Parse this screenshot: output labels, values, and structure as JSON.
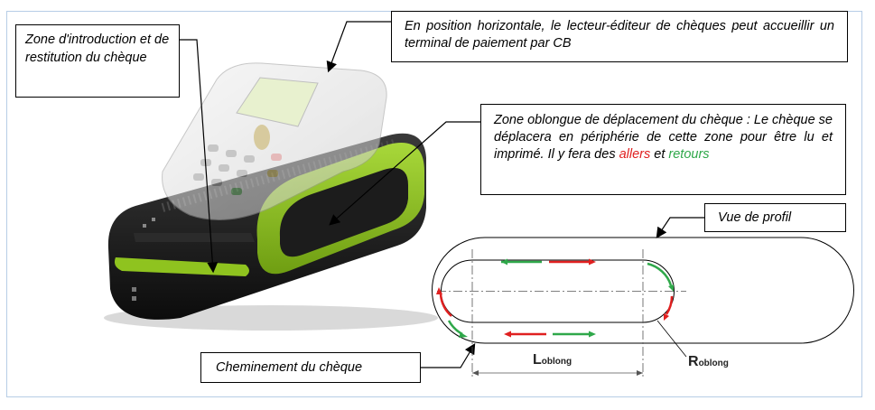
{
  "callouts": {
    "intro": "Zone d'introduction et de restitution du chèque",
    "horizontal": "En position horizontale, le lecteur-éditeur de chèques peut accueillir un terminal de paiement par CB",
    "oblong_prefix": "Zone oblongue de déplacement du chèque : Le chèque se déplacera en périphérie de cette zone pour être lu et imprimé. Il y fera des ",
    "allers": "allers",
    "et": " et ",
    "retours": "retours",
    "profil": "Vue de profil",
    "cheminement": "Cheminement du chèque"
  },
  "dimensions": {
    "L": "L",
    "L_sub": "oblong",
    "R": "R",
    "R_sub": "oblong"
  },
  "colors": {
    "device_green": "#8fc31f",
    "device_dark": "#1a1a1a",
    "arrow_red": "#e02020",
    "arrow_green": "#2fa84a",
    "frame": "#b7cde6"
  }
}
